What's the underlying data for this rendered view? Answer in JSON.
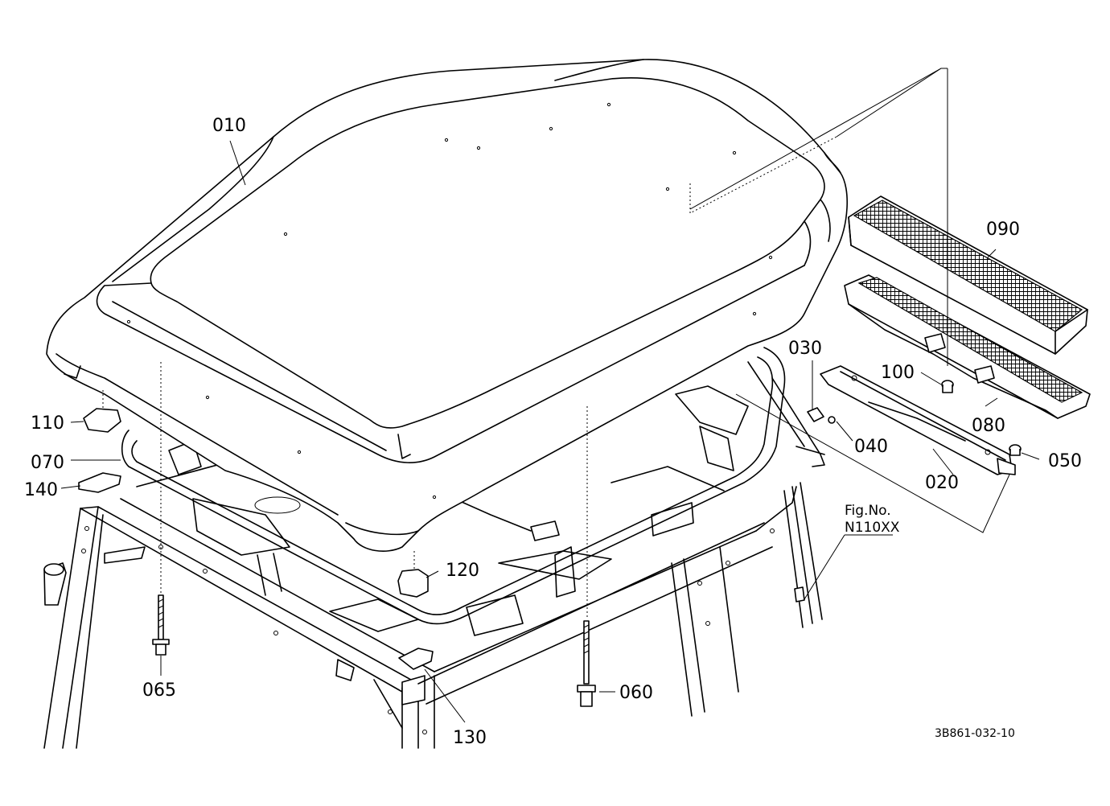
{
  "parts": {
    "p010": "010",
    "p020": "020",
    "p030": "030",
    "p040": "040",
    "p050": "050",
    "p060": "060",
    "p065": "065",
    "p070": "070",
    "p080": "080",
    "p090": "090",
    "p100": "100",
    "p110": "110",
    "p120": "120",
    "p130": "130",
    "p140": "140"
  },
  "figure": {
    "ref_line1": "Fig.No.",
    "ref_line2": "N110XX",
    "drawing_code": "3B861-032-10"
  }
}
